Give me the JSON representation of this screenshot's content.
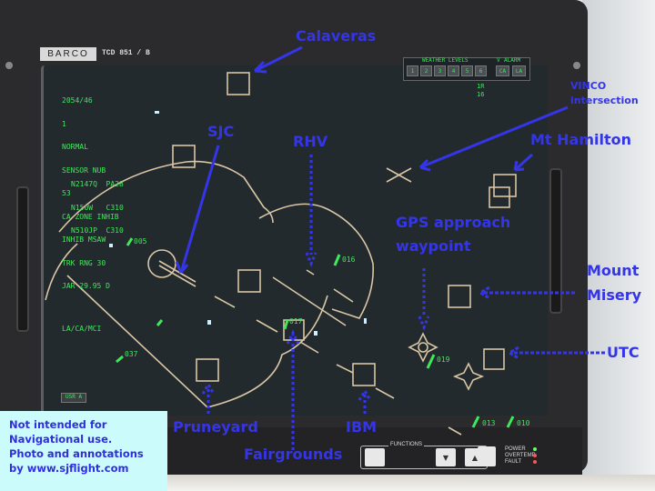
{
  "monitor": {
    "brand": "BARCO",
    "model": "TCD 851 / B"
  },
  "status_block": [
    "2054/46",
    "1",
    "NORMAL",
    "SENSOR NUB",
    "53",
    "CA ZONE INHIB",
    "INHIB MSAW",
    "TRK RNG 30",
    "JAR 29.95 D",
    "",
    "LA/CA/MCI"
  ],
  "flight_list": [
    "N2147Q  PA28",
    "N150W   C310",
    "N510JP  C310"
  ],
  "weather": {
    "title": "WEATHER LEVELS",
    "flag": "V",
    "alarm_label": "ALARM",
    "levels": [
      "1",
      "2",
      "3",
      "4",
      "5",
      "6"
    ],
    "alarms": [
      "CA",
      "LA"
    ],
    "runway": "1R",
    "runway2": "16"
  },
  "targets": [
    "005",
    "016",
    "037",
    "017",
    "019",
    "013",
    "010"
  ],
  "usr_label": "USR A",
  "annotations": {
    "calaveras": "Calaveras",
    "vinco_1": "VINCO",
    "vinco_2": "intersection",
    "mt_hamilton": "Mt Hamilton",
    "sjc": "SJC",
    "rhv": "RHV",
    "gps_1": "GPS approach",
    "gps_2": "waypoint",
    "misery_1": "Mount",
    "misery_2": "Misery",
    "utc": "UTC",
    "pruneyard": "Pruneyard",
    "fairgrounds": "Fairgrounds",
    "ibm": "IBM"
  },
  "note": [
    "Not intended for",
    "Navigational use.",
    "Photo and annotations",
    "by www.sjflight.com"
  ],
  "panel": {
    "functions": "FUNCTIONS",
    "down": "▼",
    "up": "▲",
    "power": "POWER",
    "overtemp": "OVERTEMP",
    "fault": "FAULT"
  },
  "colors": {
    "annotation": "#3535e8",
    "radar_green": "#3fe85a",
    "map_lines": "#d9c6a5",
    "power_led": "#6f6",
    "fault_led": "#f55"
  }
}
